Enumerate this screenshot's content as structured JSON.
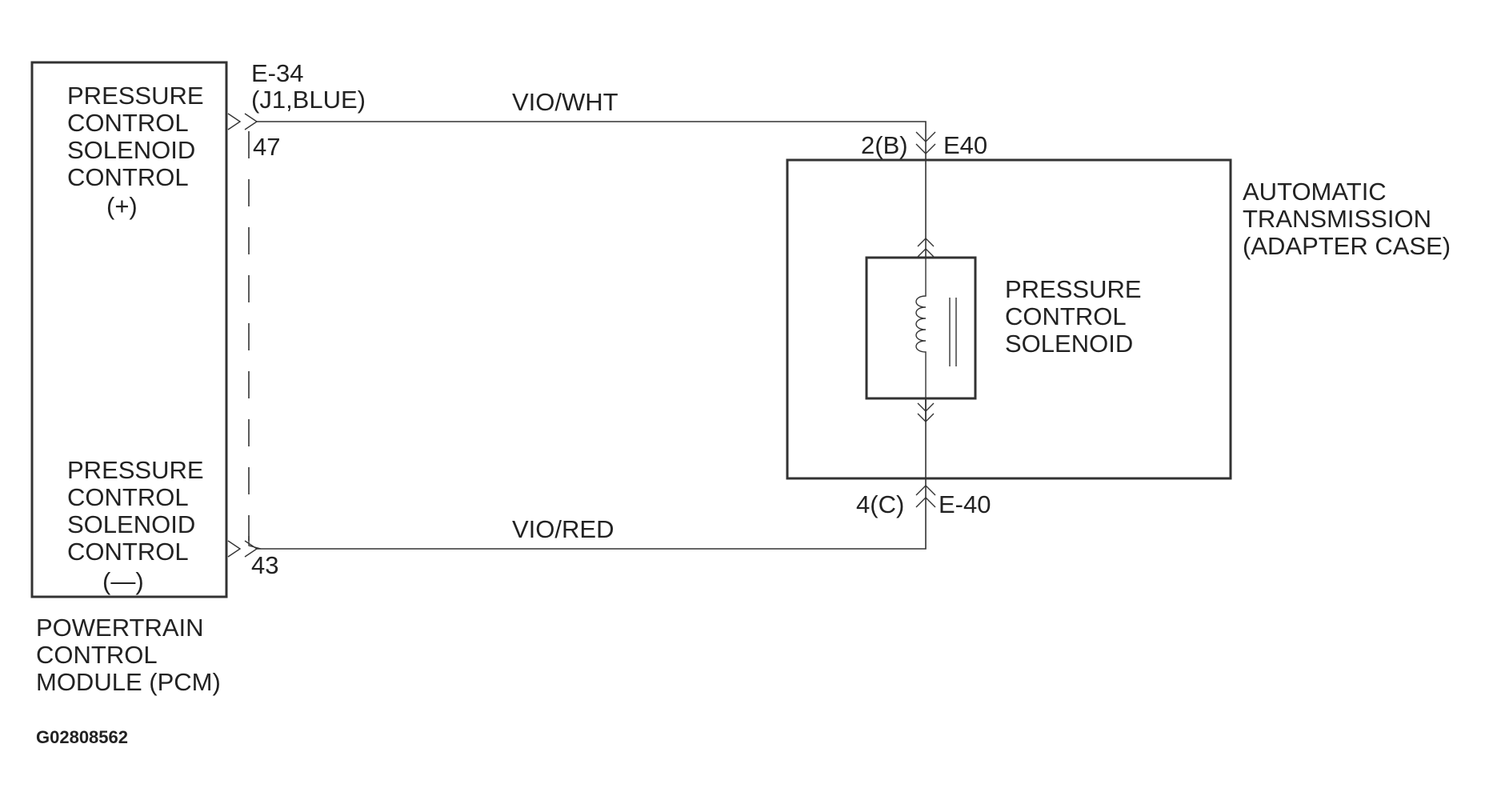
{
  "pcm": {
    "pin_top": {
      "label": [
        "PRESSURE",
        "CONTROL",
        "SOLENOID",
        "CONTROL",
        "(+)"
      ],
      "connector": [
        "E-34",
        "(J1,BLUE)"
      ],
      "pin": "47"
    },
    "pin_bottom": {
      "label": [
        "PRESSURE",
        "CONTROL",
        "SOLENOID",
        "CONTROL",
        "(—)"
      ],
      "pin": "43"
    },
    "name": [
      "POWERTRAIN",
      "CONTROL",
      "MODULE (PCM)"
    ]
  },
  "wires": {
    "top_color": "VIO/WHT",
    "bottom_color": "VIO/RED"
  },
  "transmission": {
    "name": [
      "AUTOMATIC",
      "TRANSMISSION",
      "(ADAPTER CASE)"
    ],
    "top_pin": "2(B)",
    "top_connector": "E40",
    "bottom_pin": "4(C)",
    "bottom_connector": "E-40",
    "solenoid_label": [
      "PRESSURE",
      "CONTROL",
      "SOLENOID"
    ]
  },
  "figure_id": "G02808562"
}
